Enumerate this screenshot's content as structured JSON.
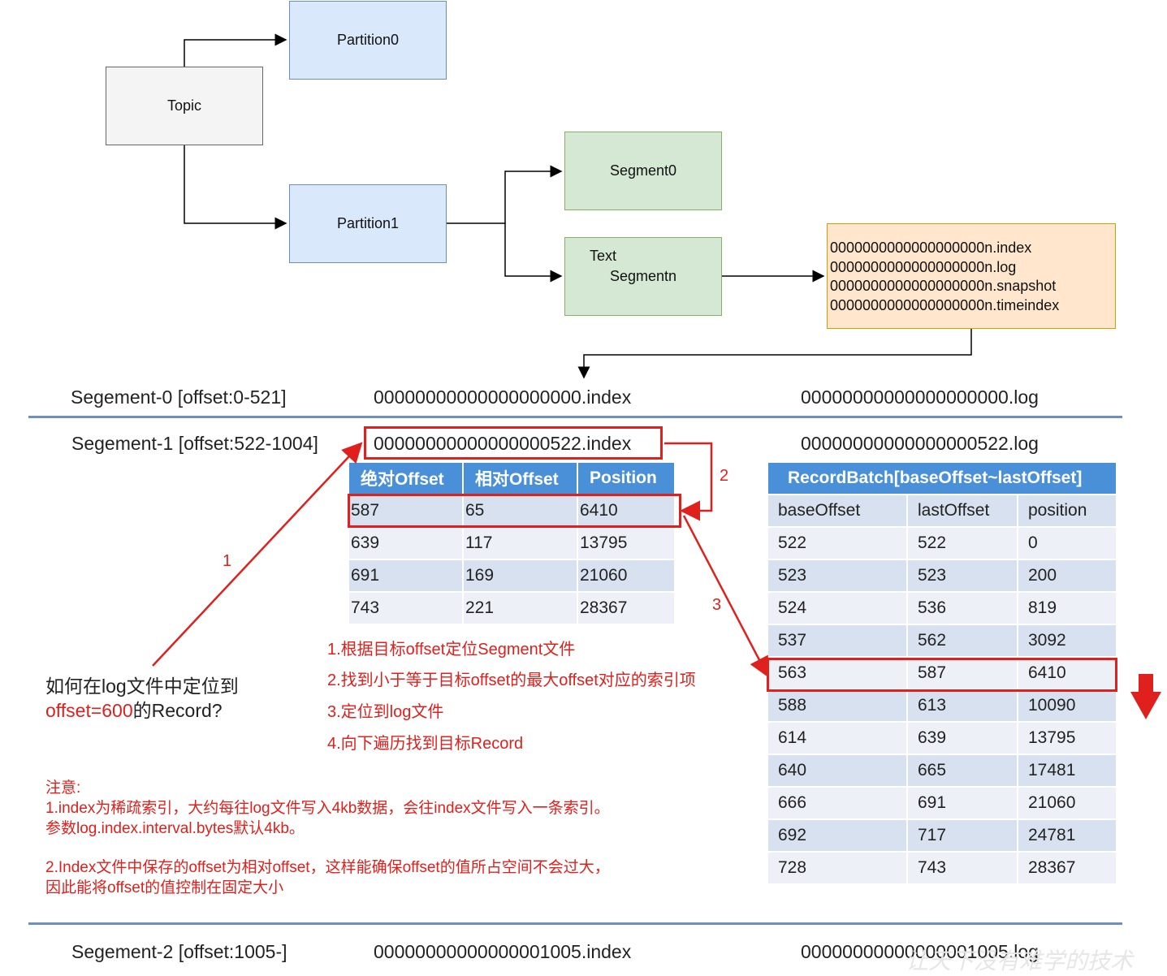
{
  "diagram": {
    "topic": "Topic",
    "partition0": "Partition0",
    "partition1": "Partition1",
    "segment0": "Segment0",
    "segmentn_text": "Text",
    "segmentn": "Segmentn",
    "files": [
      "0000000000000000000n.index",
      "0000000000000000000n.log",
      "0000000000000000000n.snapshot",
      "0000000000000000000n.timeindex"
    ]
  },
  "segments": [
    {
      "label": "Segement-0 [offset:0-521]",
      "index": "00000000000000000000.index",
      "log": "00000000000000000000.log"
    },
    {
      "label": "Segement-1 [offset:522-1004]",
      "index": "00000000000000000522.index",
      "log": "00000000000000000522.log"
    },
    {
      "label": "Segement-2 [offset:1005-]",
      "index": "00000000000000001005.index",
      "log": "00000000000000001005.log"
    }
  ],
  "index_table": {
    "headers": [
      "绝对Offset",
      "相对Offset",
      "Position"
    ],
    "rows": [
      [
        "587",
        "65",
        "6410"
      ],
      [
        "639",
        "117",
        "13795"
      ],
      [
        "691",
        "169",
        "21060"
      ],
      [
        "743",
        "221",
        "28367"
      ]
    ]
  },
  "record_table": {
    "title": "RecordBatch[baseOffset~lastOffset]",
    "headers": [
      "baseOffset",
      "lastOffset",
      "position"
    ],
    "rows": [
      [
        "522",
        "522",
        "0"
      ],
      [
        "523",
        "523",
        "200"
      ],
      [
        "524",
        "536",
        "819"
      ],
      [
        "537",
        "562",
        "3092"
      ],
      [
        "563",
        "587",
        "6410"
      ],
      [
        "588",
        "613",
        "10090"
      ],
      [
        "614",
        "639",
        "13795"
      ],
      [
        "640",
        "665",
        "17481"
      ],
      [
        "666",
        "691",
        "21060"
      ],
      [
        "692",
        "717",
        "24781"
      ],
      [
        "728",
        "743",
        "28367"
      ]
    ]
  },
  "question": {
    "line1": "如何在log文件中定位到",
    "line2_red": "offset=600",
    "line2_rest": "的Record?"
  },
  "steps": [
    "1.根据目标offset定位Segment文件",
    "2.找到小于等于目标offset的最大offset对应的索引项",
    "3.定位到log文件",
    "4.向下遍历找到目标Record"
  ],
  "arrow_numbers": [
    "1",
    "2",
    "3"
  ],
  "notes": {
    "title": "注意:",
    "n1a": "1.index为稀疏索引，大约每往log文件写入4kb数据，会往index文件写入一条索引。",
    "n1b": "参数log.index.interval.bytes默认4kb。",
    "n2a": "2.Index文件中保存的offset为相对offset，这样能确保offset的值所占空间不会过大，",
    "n2b": "因此能将offset的值控制在固定大小"
  },
  "watermark": "让天下没有难学的技术",
  "colors": {
    "red": "#e0201c",
    "header_blue": "#4a90d9",
    "divider": "#6f8fbf"
  }
}
